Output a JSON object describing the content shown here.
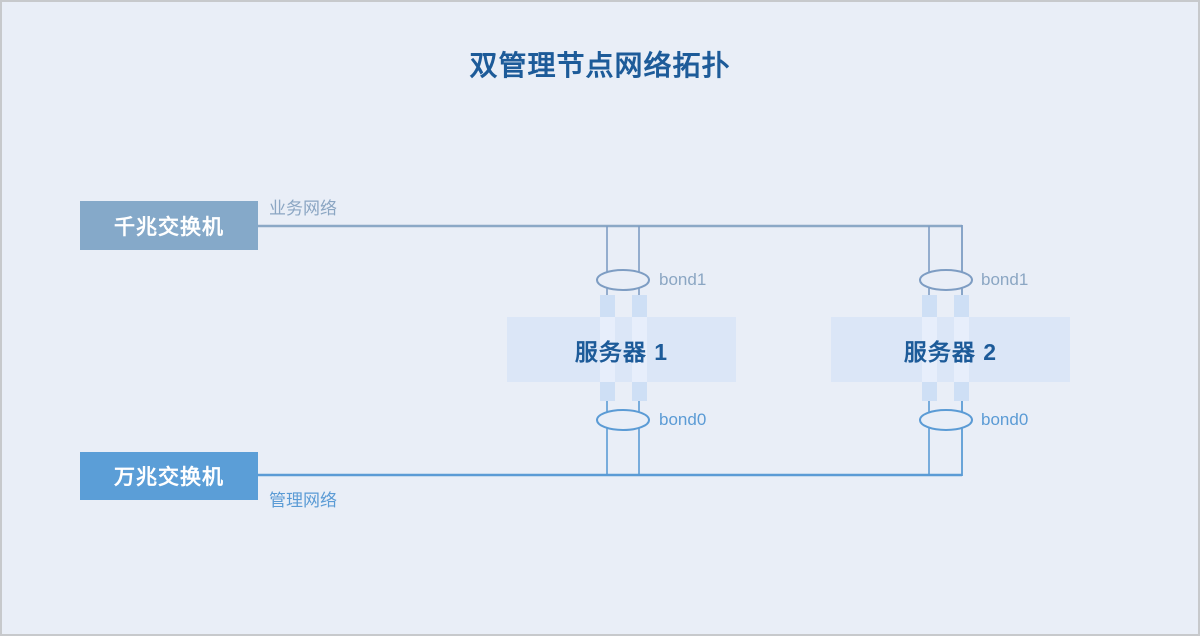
{
  "title": "双管理节点网络拓扑",
  "switches": [
    {
      "label": "千兆交换机",
      "network_label": "业务网络",
      "color": "#85a9c9"
    },
    {
      "label": "万兆交换机",
      "network_label": "管理网络",
      "color": "#5b9ed7"
    }
  ],
  "servers": [
    {
      "label": "服务器 1",
      "top_bond": "bond1",
      "bottom_bond": "bond0"
    },
    {
      "label": "服务器 2",
      "top_bond": "bond1",
      "bottom_bond": "bond0"
    }
  ],
  "colors": {
    "background": "#e9eef7",
    "border": "#c7c9cc",
    "title_text": "#1d5b99",
    "business_network": "#8ba8c6",
    "management_network": "#5b9bd5",
    "server_box_fill": "#dbe6f7",
    "nic_strip": "#cedff5"
  }
}
